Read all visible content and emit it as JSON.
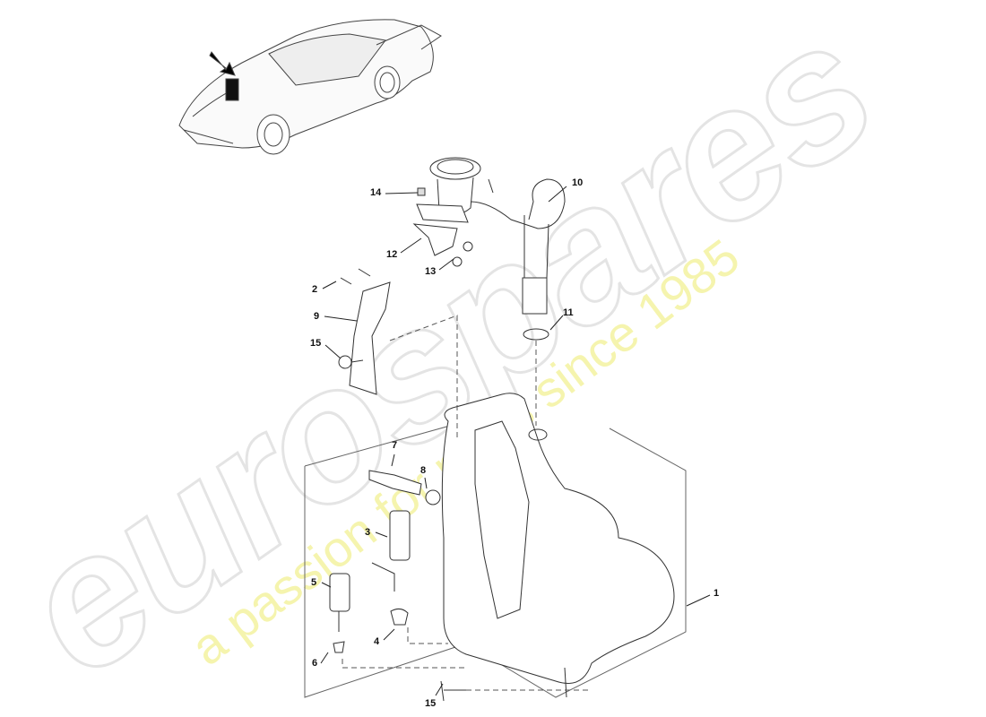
{
  "watermark": {
    "brand": "eurospares",
    "tagline": "a passion for parts since 1985"
  },
  "callouts": [
    {
      "id": "14",
      "label": "14"
    },
    {
      "id": "10",
      "label": "10"
    },
    {
      "id": "12",
      "label": "12"
    },
    {
      "id": "13",
      "label": "13"
    },
    {
      "id": "2",
      "label": "2"
    },
    {
      "id": "9",
      "label": "9"
    },
    {
      "id": "15a",
      "label": "15"
    },
    {
      "id": "11",
      "label": "11"
    },
    {
      "id": "7",
      "label": "7"
    },
    {
      "id": "8",
      "label": "8"
    },
    {
      "id": "3",
      "label": "3"
    },
    {
      "id": "5",
      "label": "5"
    },
    {
      "id": "1",
      "label": "1"
    },
    {
      "id": "4",
      "label": "4"
    },
    {
      "id": "6",
      "label": "6"
    },
    {
      "id": "15b",
      "label": "15"
    }
  ]
}
